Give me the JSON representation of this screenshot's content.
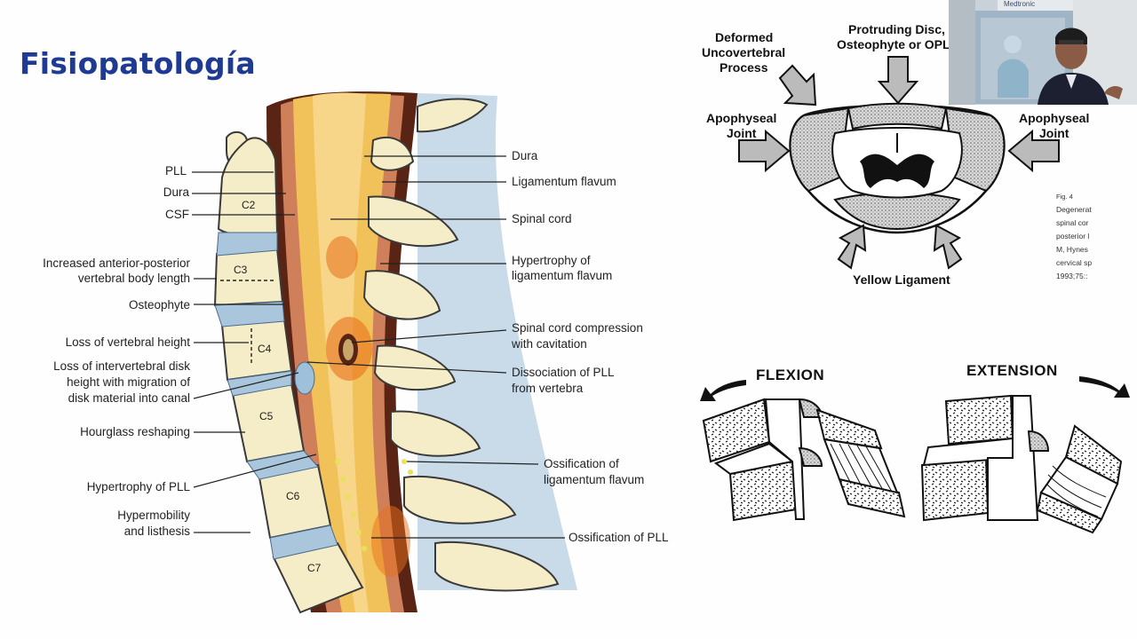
{
  "slide": {
    "title": "Fisiopatología"
  },
  "spine_diagram": {
    "left_labels": {
      "pll": "PLL",
      "dura": "Dura",
      "csf": "CSF",
      "body_length_1": "Increased anterior-posterior",
      "body_length_2": "vertebral body length",
      "osteophyte": "Osteophyte",
      "loss_height": "Loss of vertebral height",
      "disk_1": "Loss of intervertebral disk",
      "disk_2": "height with migration of",
      "disk_3": "disk material into canal",
      "hourglass": "Hourglass reshaping",
      "hyper_pll": "Hypertrophy of PLL",
      "hypermob_1": "Hypermobility",
      "hypermob_2": "and listhesis"
    },
    "right_labels": {
      "dura": "Dura",
      "lig_flavum": "Ligamentum flavum",
      "cord": "Spinal cord",
      "hyper_lf_1": "Hypertrophy of",
      "hyper_lf_2": "ligamentum flavum",
      "compress_1": "Spinal cord compression",
      "compress_2": "with cavitation",
      "dissoc_1": "Dissociation of PLL",
      "dissoc_2": "from vertebra",
      "oss_lf_1": "Ossification of",
      "oss_lf_2": "ligamentum flavum",
      "oss_pll": "Ossification of PLL"
    },
    "vertebrae": [
      "C2",
      "C3",
      "C4",
      "C5",
      "C6",
      "C7"
    ]
  },
  "axial_diagram": {
    "deformed_1": "Deformed",
    "deformed_2": "Uncovertebral",
    "deformed_3": "Process",
    "protruding_1": "Protruding Disc,",
    "protruding_2": "Osteophyte or OPLL",
    "apophyseal_left_1": "Apophyseal",
    "apophyseal_left_2": "Joint",
    "apophyseal_right_1": "Apophyseal",
    "apophyseal_right_2": "Joint",
    "yellow": "Yellow Ligament"
  },
  "reference": {
    "fig": "Fig. 4",
    "lines": [
      "Degenerat",
      "spinal cor",
      "posterior l",
      "M, Hynes",
      "cervical sp",
      "1993;75::"
    ]
  },
  "motion_diagram": {
    "flexion": "FLEXION",
    "extension": "EXTENSION"
  },
  "webcam": {
    "banner": "Medtronic"
  }
}
